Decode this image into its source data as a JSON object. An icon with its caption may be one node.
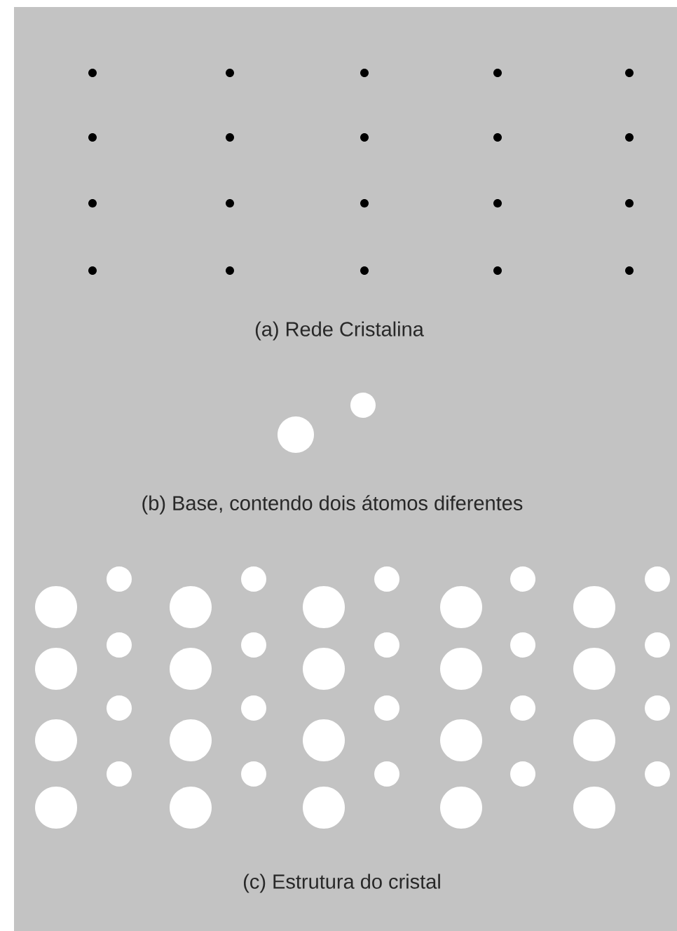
{
  "diagram": {
    "labels": [
      "(a) Rede Cristalina",
      "(b) Base, contendo dois átomos diferentes",
      "(c) Estrutura do cristal"
    ]
  }
}
